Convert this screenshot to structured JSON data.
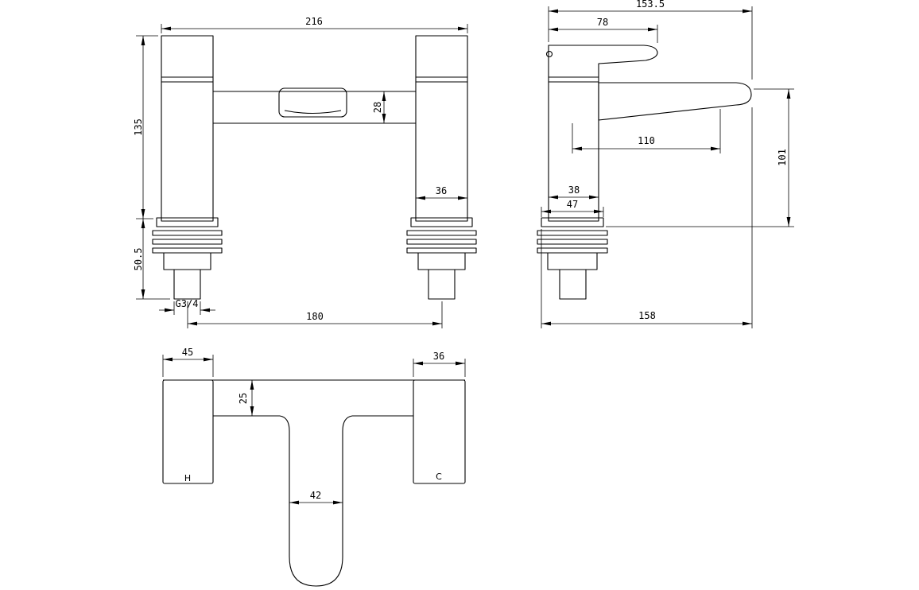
{
  "drawing": {
    "background": "#ffffff",
    "line_color": "#000000",
    "views": {
      "front": {
        "dimensions": {
          "overall_width": "216",
          "body_height": "135",
          "spout_section_height": "28",
          "pillar_width": "36",
          "tail_length": "50.5",
          "thread_size": "G3/4",
          "tail_centres": "180"
        }
      },
      "side": {
        "dimensions": {
          "overall_depth": "153.5",
          "handle_reach": "78",
          "spout_reach": "110",
          "spout_height": "101",
          "body_depth": "38",
          "base_depth": "47",
          "overall_length": "158"
        }
      },
      "plan": {
        "dimensions": {
          "hot_handle_width": "45",
          "cold_handle_width": "36",
          "deck_depth": "25",
          "spout_width": "42"
        },
        "labels": {
          "hot": "H",
          "cold": "C"
        }
      }
    }
  }
}
